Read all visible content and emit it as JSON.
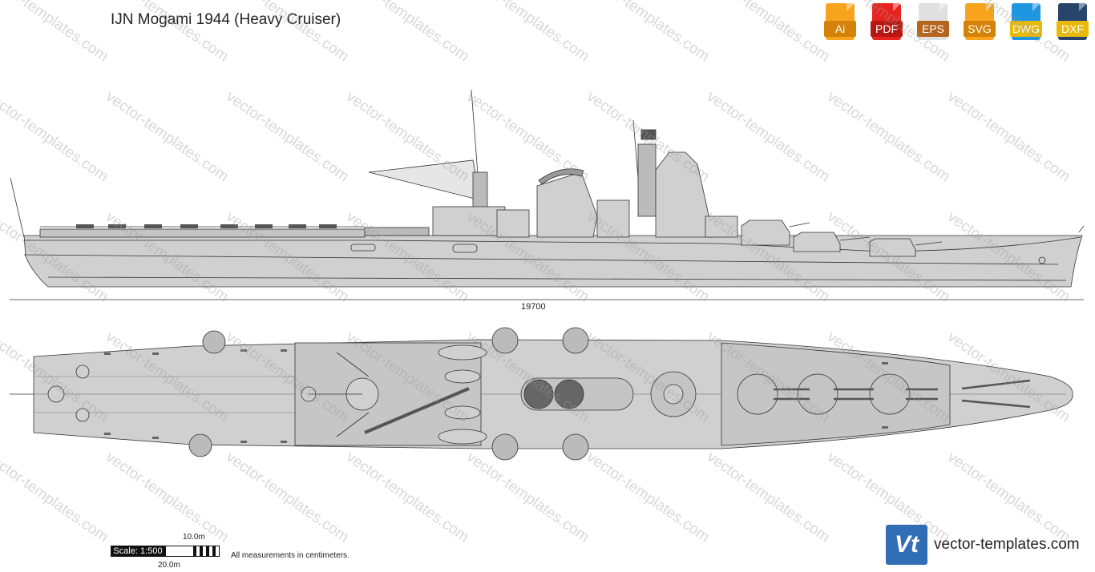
{
  "title": "IJN Mogami 1944 (Heavy Cruiser)",
  "formats": [
    {
      "label": "Ai",
      "color": "#f7a31b",
      "tag": "#d4830a"
    },
    {
      "label": "PDF",
      "color": "#e8231f",
      "tag": "#b81612"
    },
    {
      "label": "EPS",
      "color": "#e0e0e0",
      "tag": "#b5651d"
    },
    {
      "label": "SVG",
      "color": "#f7a31b",
      "tag": "#d4830a"
    },
    {
      "label": "DWG",
      "color": "#1f96e0",
      "tag": "#e8b90a"
    },
    {
      "label": "DXF",
      "color": "#27446a",
      "tag": "#e8b90a"
    }
  ],
  "diagram": {
    "dimension_label": "19700",
    "hull_color": "#d0d0d0",
    "outline_color": "#333333"
  },
  "scale": {
    "label": "Scale: 1:500",
    "mark_10": "10.0m",
    "mark_20": "20.0m"
  },
  "note": "All measurements in centimeters.",
  "brand": {
    "logo_text": "Vt",
    "site": "vector-templates.com"
  },
  "watermark": "vector-templates.com"
}
